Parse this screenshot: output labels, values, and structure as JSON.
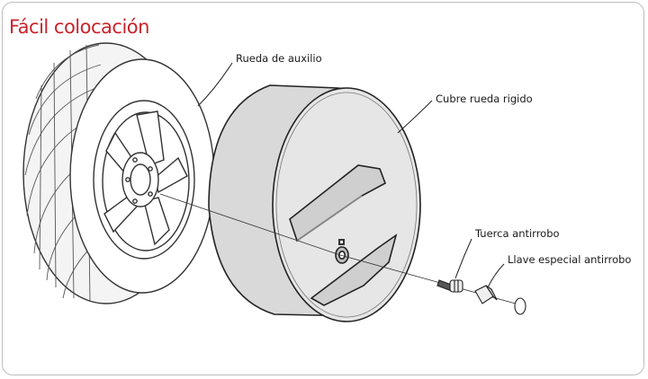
{
  "title": "Fácil colocación",
  "labels": {
    "spare_wheel": "Rueda de auxilio",
    "rigid_cover": "Cubre rueda rigido",
    "anti_theft_nut": "Tuerca antirrobo",
    "special_key": "Llave especial antirrobo"
  },
  "colors": {
    "title": "#c8242b",
    "cover_fill": "#e6e6e6",
    "lines": "#333333"
  }
}
